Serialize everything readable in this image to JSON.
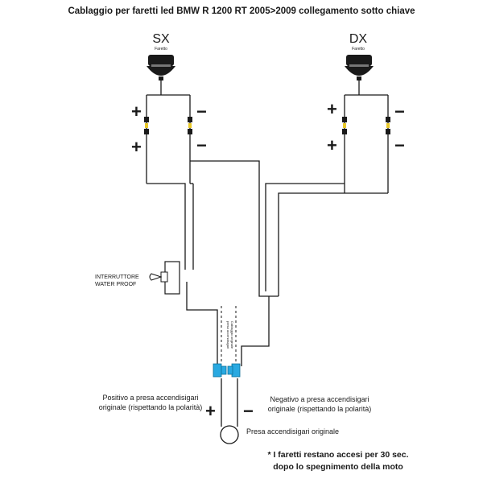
{
  "title": "Cablaggio per faretti led  BMW R 1200 RT 2005>2009 collegamento sotto chiave",
  "left_lamp": {
    "side": "SX",
    "label": "Faretto"
  },
  "right_lamp": {
    "side": "DX",
    "label": "Faretto"
  },
  "signs": {
    "plus": "+",
    "minus": "−"
  },
  "switch": {
    "line1": "INTERRUTTORE",
    "line2": "WATER PROOF"
  },
  "original_wiring": {
    "line1": "Cablaggio originale",
    "line2": "presa accendisigari"
  },
  "positive_note": {
    "line1": "Positivo a presa accendisigari",
    "line2": "originale (rispettando la polarità)"
  },
  "negative_note": {
    "line1": "Negativo a presa accendisigari",
    "line2": "originale (rispettando la polarità)"
  },
  "socket_label": "Presa accendisigari originale",
  "footnote": {
    "line1": "* I faretti restano accesi per 30 sec.",
    "line2": "dopo lo spegnimento della moto"
  },
  "colors": {
    "wire": "#1a1a1a",
    "connector": "#29a9e1",
    "fuse": "#e8c82a"
  }
}
